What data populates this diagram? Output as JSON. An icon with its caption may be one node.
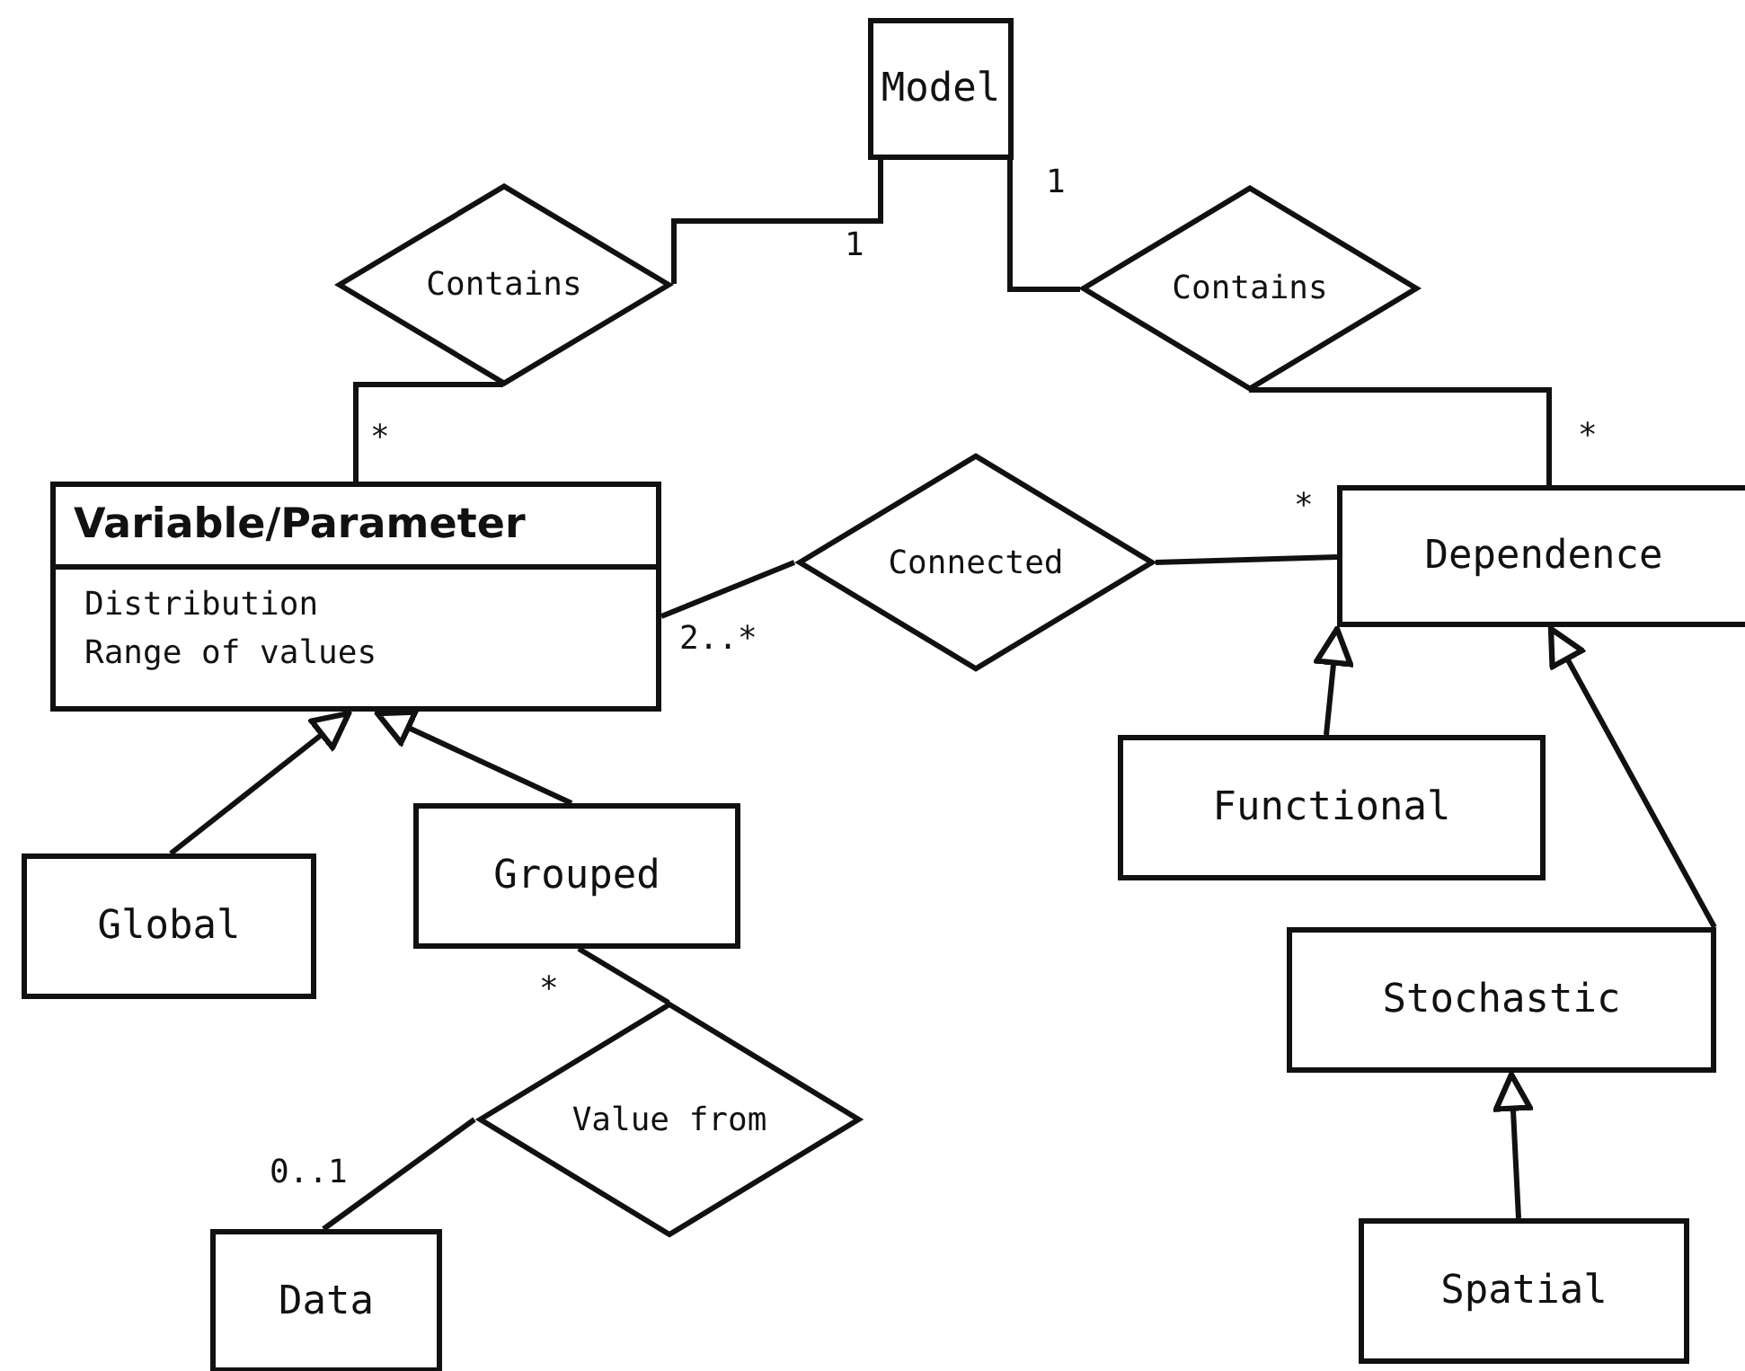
{
  "diagram": {
    "nodes": [
      {
        "text": [
          "Model"
        ]
      },
      {
        "text": [
          "Contains"
        ]
      },
      {
        "text": [
          "Contains"
        ]
      },
      {
        "text": [
          "Variable/Parameter",
          "Distribution",
          "Range of values"
        ]
      },
      {
        "text": [
          "Connected"
        ]
      },
      {
        "text": [
          "Dependence"
        ]
      },
      {
        "text": [
          "Functional"
        ]
      },
      {
        "text": [
          "Global"
        ]
      },
      {
        "text": [
          "Grouped"
        ]
      },
      {
        "text": [
          "Stochastic"
        ]
      },
      {
        "text": [
          "Value from"
        ]
      },
      {
        "text": [
          "Spatial"
        ]
      },
      {
        "text": [
          "Data"
        ]
      }
    ],
    "edges": [
      {
        "from": 0,
        "to": 1,
        "arrow": "none",
        "label": "1"
      },
      {
        "from": 1,
        "to": 3,
        "arrow": "none",
        "label": "*"
      },
      {
        "from": 0,
        "to": 2,
        "arrow": "none",
        "label": "1"
      },
      {
        "from": 2,
        "to": 5,
        "arrow": "none",
        "label": "*"
      },
      {
        "from": 3,
        "to": 4,
        "arrow": "none",
        "label": "2..*"
      },
      {
        "from": 4,
        "to": 5,
        "arrow": "none",
        "label": "*"
      },
      {
        "from": 7,
        "to": 3,
        "arrow": "to"
      },
      {
        "from": 8,
        "to": 3,
        "arrow": "to"
      },
      {
        "from": 6,
        "to": 5,
        "arrow": "to"
      },
      {
        "from": 9,
        "to": 5,
        "arrow": "to"
      },
      {
        "from": 11,
        "to": 9,
        "arrow": "to"
      },
      {
        "from": 8,
        "to": 10,
        "arrow": "none",
        "label": "*"
      },
      {
        "from": 10,
        "to": 12,
        "arrow": "none",
        "label": "0..1"
      }
    ]
  }
}
